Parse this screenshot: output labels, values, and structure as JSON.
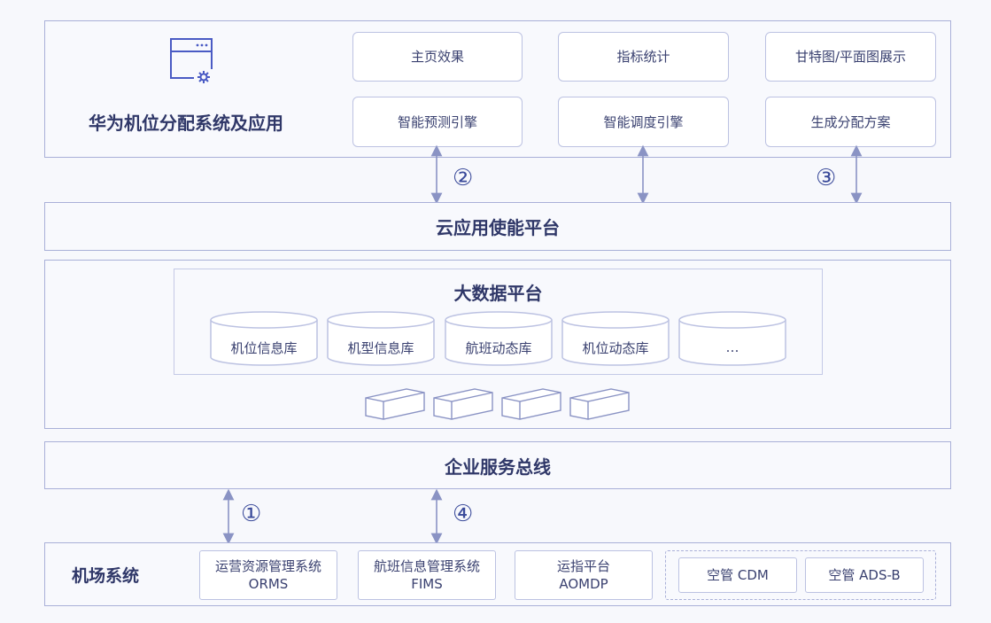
{
  "app_panel": {
    "title": "华为机位分配系统及应用",
    "modules": [
      "主页效果",
      "指标统计",
      "甘特图/平面图展示",
      "智能预测引擎",
      "智能调度引擎",
      "生成分配方案"
    ]
  },
  "cloud_platform": {
    "title": "云应用使能平台"
  },
  "big_data": {
    "title": "大数据平台",
    "databases": [
      "机位信息库",
      "机型信息库",
      "航班动态库",
      "机位动态库",
      "…"
    ]
  },
  "esb": {
    "title": "企业服务总线"
  },
  "airport": {
    "title": "机场系统",
    "systems": [
      {
        "line1": "运营资源管理系统",
        "line2": "ORMS"
      },
      {
        "line1": "航班信息管理系统",
        "line2": "FIMS"
      },
      {
        "line1": "运指平台",
        "line2": "AOMDP"
      }
    ],
    "atc": [
      "空管 CDM",
      "空管 ADS-B"
    ]
  },
  "connectors": [
    "②",
    "③",
    "①",
    "④"
  ],
  "colors": {
    "border": "#a9b0d8",
    "text": "#3a4170",
    "arrow": "#8a93c4",
    "icon": "#4a5bc4"
  },
  "icons": [
    "app-window-gear-icon",
    "server-icon"
  ]
}
